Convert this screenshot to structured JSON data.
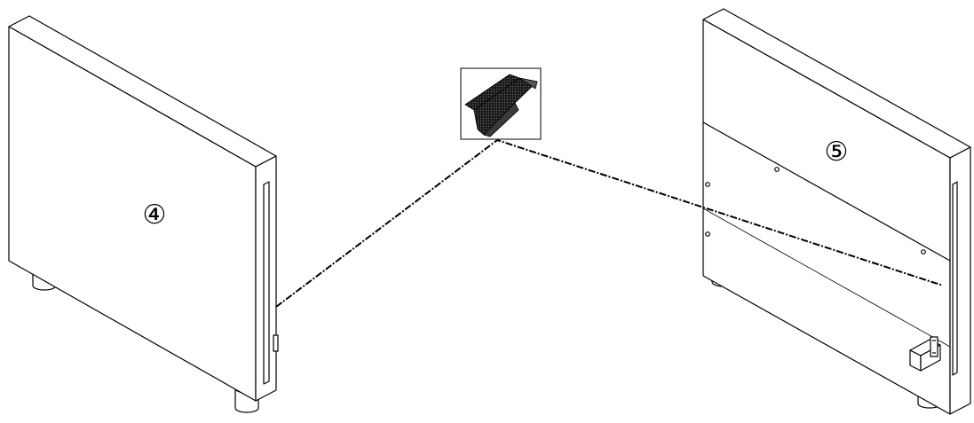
{
  "diagram": {
    "type": "assembly-illustration",
    "panels": [
      {
        "id": "left-panel",
        "label": "④"
      },
      {
        "id": "right-panel",
        "label": "⑤"
      }
    ],
    "connector": {
      "style": "dashed",
      "links": [
        "left-panel",
        "fabric-swatch",
        "right-panel"
      ]
    },
    "inset": {
      "icon": "fabric-swatch-icon"
    }
  },
  "colors": {
    "line": "#000000",
    "fill": "#ffffff",
    "fabric_dark": "#1a1a1a",
    "fabric_mid": "#3a3a3a"
  }
}
